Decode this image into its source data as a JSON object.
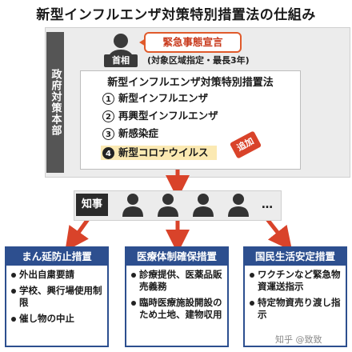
{
  "title": "新型インフルエンザ対策特別措置法の仕組み",
  "government": {
    "label": "政府対策本部",
    "pm_label": "首相",
    "declaration": "緊急事態宣言",
    "declaration_note": "(対象区域指定・最長3年)"
  },
  "law": {
    "title": "新型インフルエンザ対策特別措置法",
    "items": [
      {
        "num": "1",
        "text": "新型インフルエンザ"
      },
      {
        "num": "2",
        "text": "再興型インフルエンザ"
      },
      {
        "num": "3",
        "text": "新感染症"
      },
      {
        "num": "4",
        "text": "新型コロナウイルス"
      }
    ],
    "added_badge": "追加"
  },
  "governors": {
    "label": "知事",
    "ellipsis": "…"
  },
  "measures": [
    {
      "title": "まん延防止措置",
      "items": [
        "外出自粛要請",
        "学校、興行場使用制限",
        "催し物の中止"
      ]
    },
    {
      "title": "医療体制確保措置",
      "items": [
        "診療提供、医薬品販売義務",
        "臨時医療施設開設のため土地、建物収用"
      ]
    },
    {
      "title": "国民生活安定措置",
      "items": [
        "ワクチンなど緊急物資運送指示",
        "特定物資売り渡し指示"
      ]
    }
  ],
  "watermark": "知乎 @致致",
  "colors": {
    "accent_blue": "#2d4f8f",
    "accent_red": "#d9432a",
    "highlight": "#fbe9b2"
  }
}
